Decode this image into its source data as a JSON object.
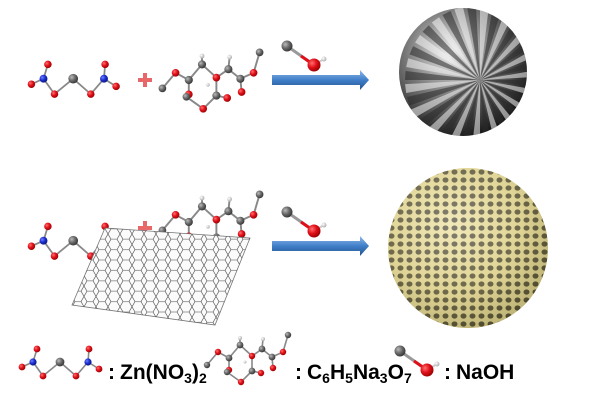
{
  "legend": {
    "zn_nitrate": {
      "colon": ":",
      "p1": "Zn(NO",
      "s1": "3",
      "p2": ")",
      "s2": "2"
    },
    "citrate": {
      "colon": ":",
      "p1": "C",
      "s1": "6",
      "p2": "H",
      "s2": "5",
      "p3": "Na",
      "s3": "3",
      "p4": "O",
      "s4": "7"
    },
    "naoh": {
      "colon": ":",
      "label": "NaOH"
    }
  },
  "colors": {
    "oxygen": "#e0101a",
    "nitrogen": "#1b2fd0",
    "carbon": "#6a6a6a",
    "hydrogen": "#eeeeee",
    "arrow": "#3f7fc8",
    "plus": "#e8686a",
    "mesh": "#d8cc8a"
  }
}
